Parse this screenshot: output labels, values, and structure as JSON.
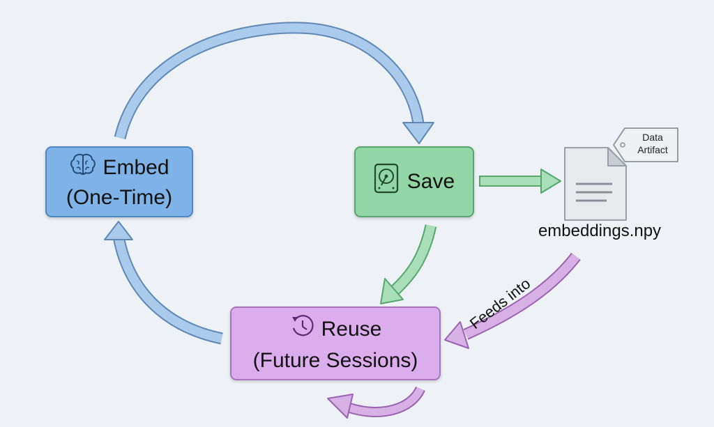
{
  "nodes": {
    "embed": {
      "line1": "Embed",
      "line2": "(One-Time)",
      "icon": "brain-icon",
      "color": "#7fb2e6"
    },
    "save": {
      "label": "Save",
      "icon": "hard-drive-icon",
      "color": "#93d6a5"
    },
    "reuse": {
      "line1": "Reuse",
      "line2": "(Future Sessions)",
      "icon": "history-icon",
      "color": "#dcadec"
    }
  },
  "artifact": {
    "file_name": "embeddings.npy",
    "icon": "document-icon",
    "tag": {
      "line1": "Data",
      "line2": "Artifact"
    }
  },
  "edges": {
    "feeds_label": "Feeds into"
  },
  "colors": {
    "blue_arrow": "#a9c9ea",
    "green_arrow": "#a8dfb6",
    "purple_arrow": "#d7b0e6"
  }
}
